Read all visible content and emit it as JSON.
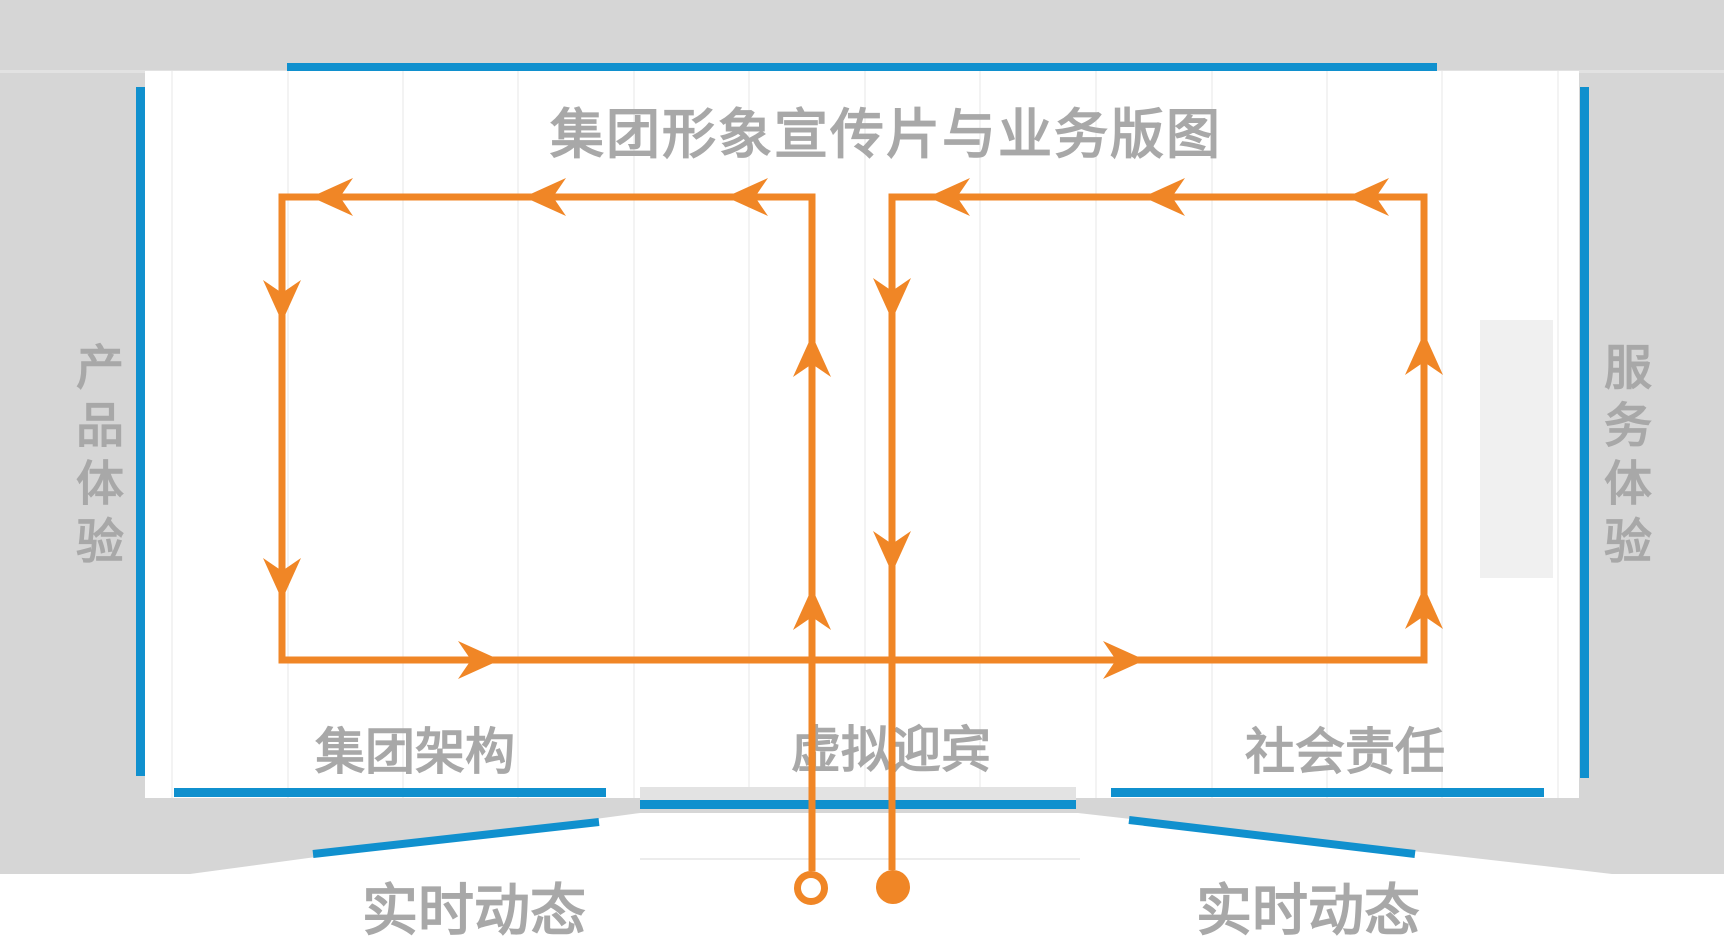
{
  "colors": {
    "blue": "#1090CE",
    "orange": "#F08626",
    "background": "#D6D6D6",
    "label_gray": "#A8A8A8",
    "room_white": "#FFFFFF",
    "stand_gray": "#F0F0F0"
  },
  "hall": {
    "title": "集团形象宣传片与业务版图",
    "left_zone": "产品体验",
    "right_zone": "服务体验",
    "bottom_zones": {
      "left": "集团架构",
      "center": "虚拟迎宾",
      "right": "社会责任"
    },
    "outer_labels": {
      "left": "实时动态",
      "right": "实时动态"
    }
  },
  "route": {
    "start_marker": "open-circle",
    "end_marker": "filled-circle"
  }
}
